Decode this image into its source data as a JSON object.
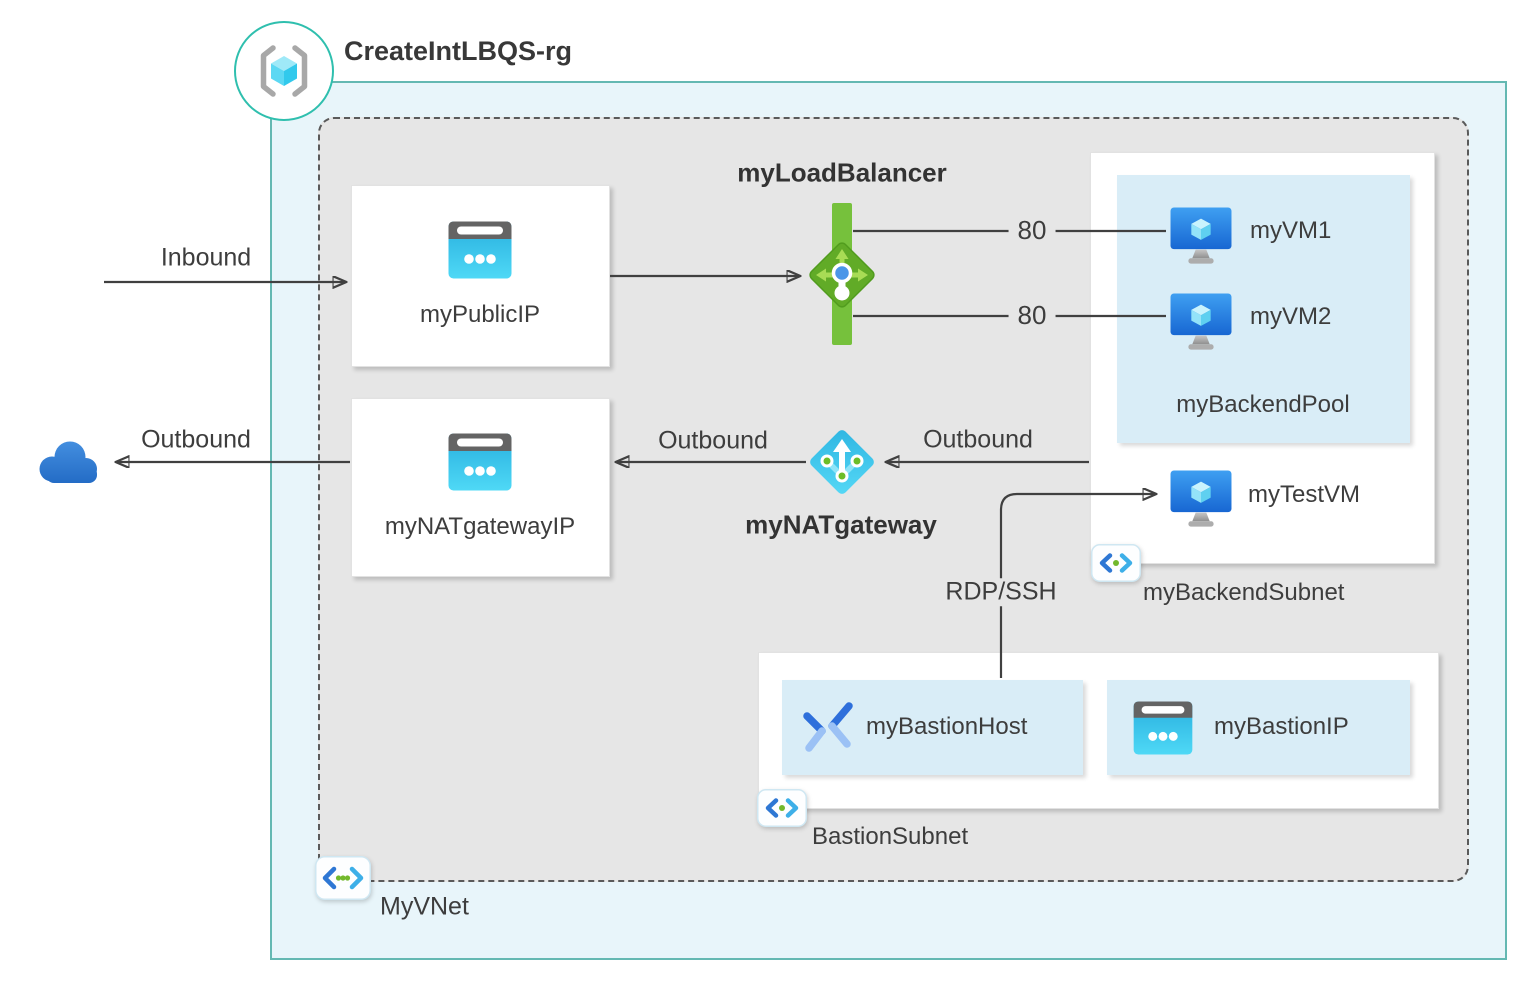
{
  "title": "CreateIntLBQS-rg",
  "nodes": {
    "public_ip": "myPublicIP",
    "load_balancer": "myLoadBalancer",
    "vm1": "myVM1",
    "vm2": "myVM2",
    "backend_pool": "myBackendPool",
    "test_vm": "myTestVM",
    "backend_subnet": "myBackendSubnet",
    "nat_gateway": "myNATgateway",
    "nat_gateway_ip": "myNATgatewayIP",
    "bastion_host": "myBastionHost",
    "bastion_ip": "myBastionIP",
    "bastion_subnet": "BastionSubnet",
    "vnet": "MyVNet"
  },
  "labels": {
    "inbound": "Inbound",
    "outbound_internet": "Outbound",
    "outbound_from_nat": "Outbound",
    "outbound_to_nat": "Outbound",
    "rdp_ssh": "RDP/SSH",
    "port_top": "80",
    "port_bottom": "80"
  },
  "icons": {
    "resource_group": "resource-group-icon",
    "cloud": "internet-cloud-icon",
    "public_ip": "public-ip-icon",
    "load_balancer": "load-balancer-icon",
    "vm": "virtual-machine-icon",
    "nat_gateway": "nat-gateway-icon",
    "bastion": "bastion-icon",
    "subnet": "subnet-icon",
    "vnet": "virtual-network-icon"
  },
  "colors": {
    "boundary_teal": "#64b8b2",
    "boundary_fill": "#e8f5fa",
    "vnet_fill": "#e6e6e6",
    "vnet_dash": "#5a5a5a",
    "subnet_box_fill": "#ffffff",
    "pool_fill": "#d9edf7",
    "lb_green": "#76c13c",
    "nat_cyan": "#38bde6",
    "vm_blue": "#1f6fd4",
    "ip_cyan": "#31c0ea",
    "cloud_blue": "#2e7ed6",
    "rg_ring_teal": "#2fbfae",
    "connector_gray": "#404040"
  }
}
